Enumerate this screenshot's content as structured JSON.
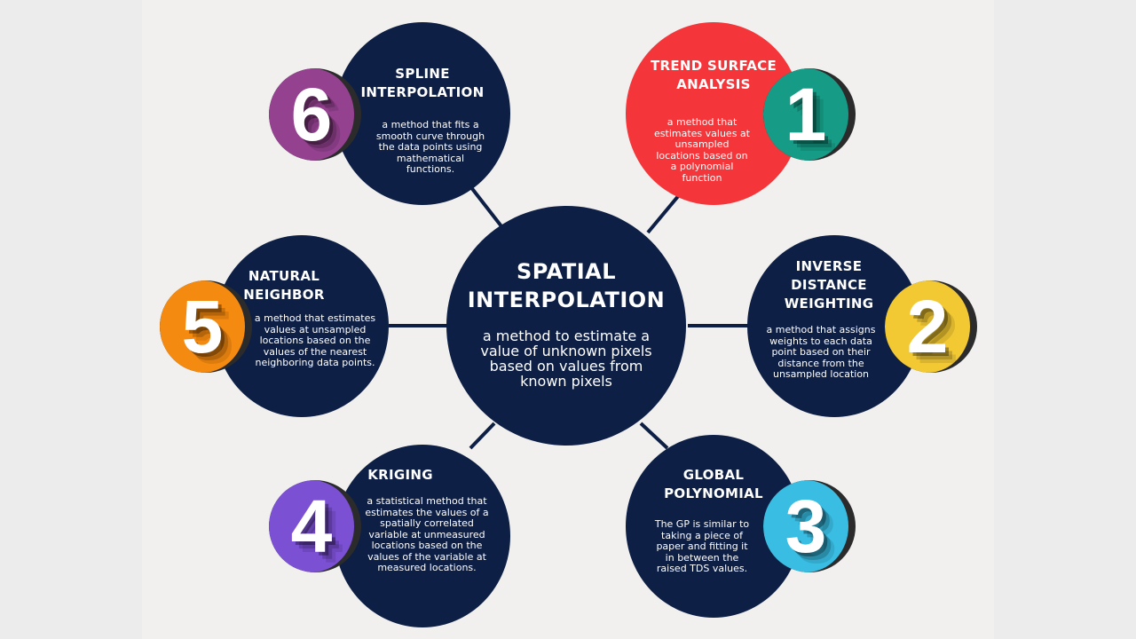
{
  "center": {
    "title": "SPATIAL\nINTERPOLATION",
    "description": "a method to estimate a value of unknown pixels based on values from known pixels"
  },
  "nodes": [
    {
      "number": "1",
      "title": "TREND SURFACE\nANALYSIS",
      "description": "a method that estimates values at unsampled locations based on a polynomial function",
      "color": "#169c86"
    },
    {
      "number": "2",
      "title": "INVERSE\nDISTANCE\nWEIGHTING",
      "description": "a method that assigns weights to each data point based on their distance from the unsampled location",
      "color": "#f3c933"
    },
    {
      "number": "3",
      "title": "GLOBAL\nPOLYNOMIAL",
      "description": "The GP is similar to taking a piece of paper and fitting it in between the raised TDS values.",
      "color": "#39bde3"
    },
    {
      "number": "4",
      "title": "KRIGING",
      "description": "a statistical method that estimates the values of a spatially correlated variable at unmeasured locations based on the values of the variable at measured locations.",
      "color": "#7b50d3"
    },
    {
      "number": "5",
      "title": "NATURAL\nNEIGHBOR",
      "description": "a method that estimates values at unsampled locations based on the values of the nearest neighboring data points.",
      "color": "#f58a10"
    },
    {
      "number": "6",
      "title": "SPLINE\nINTERPOLATION",
      "description": "a method that fits a smooth curve through the data points using mathematical functions.",
      "color": "#94418f"
    }
  ],
  "colors": {
    "navy": "#0d1f45",
    "red": "#f4363a",
    "background": "#f1f0ef"
  }
}
